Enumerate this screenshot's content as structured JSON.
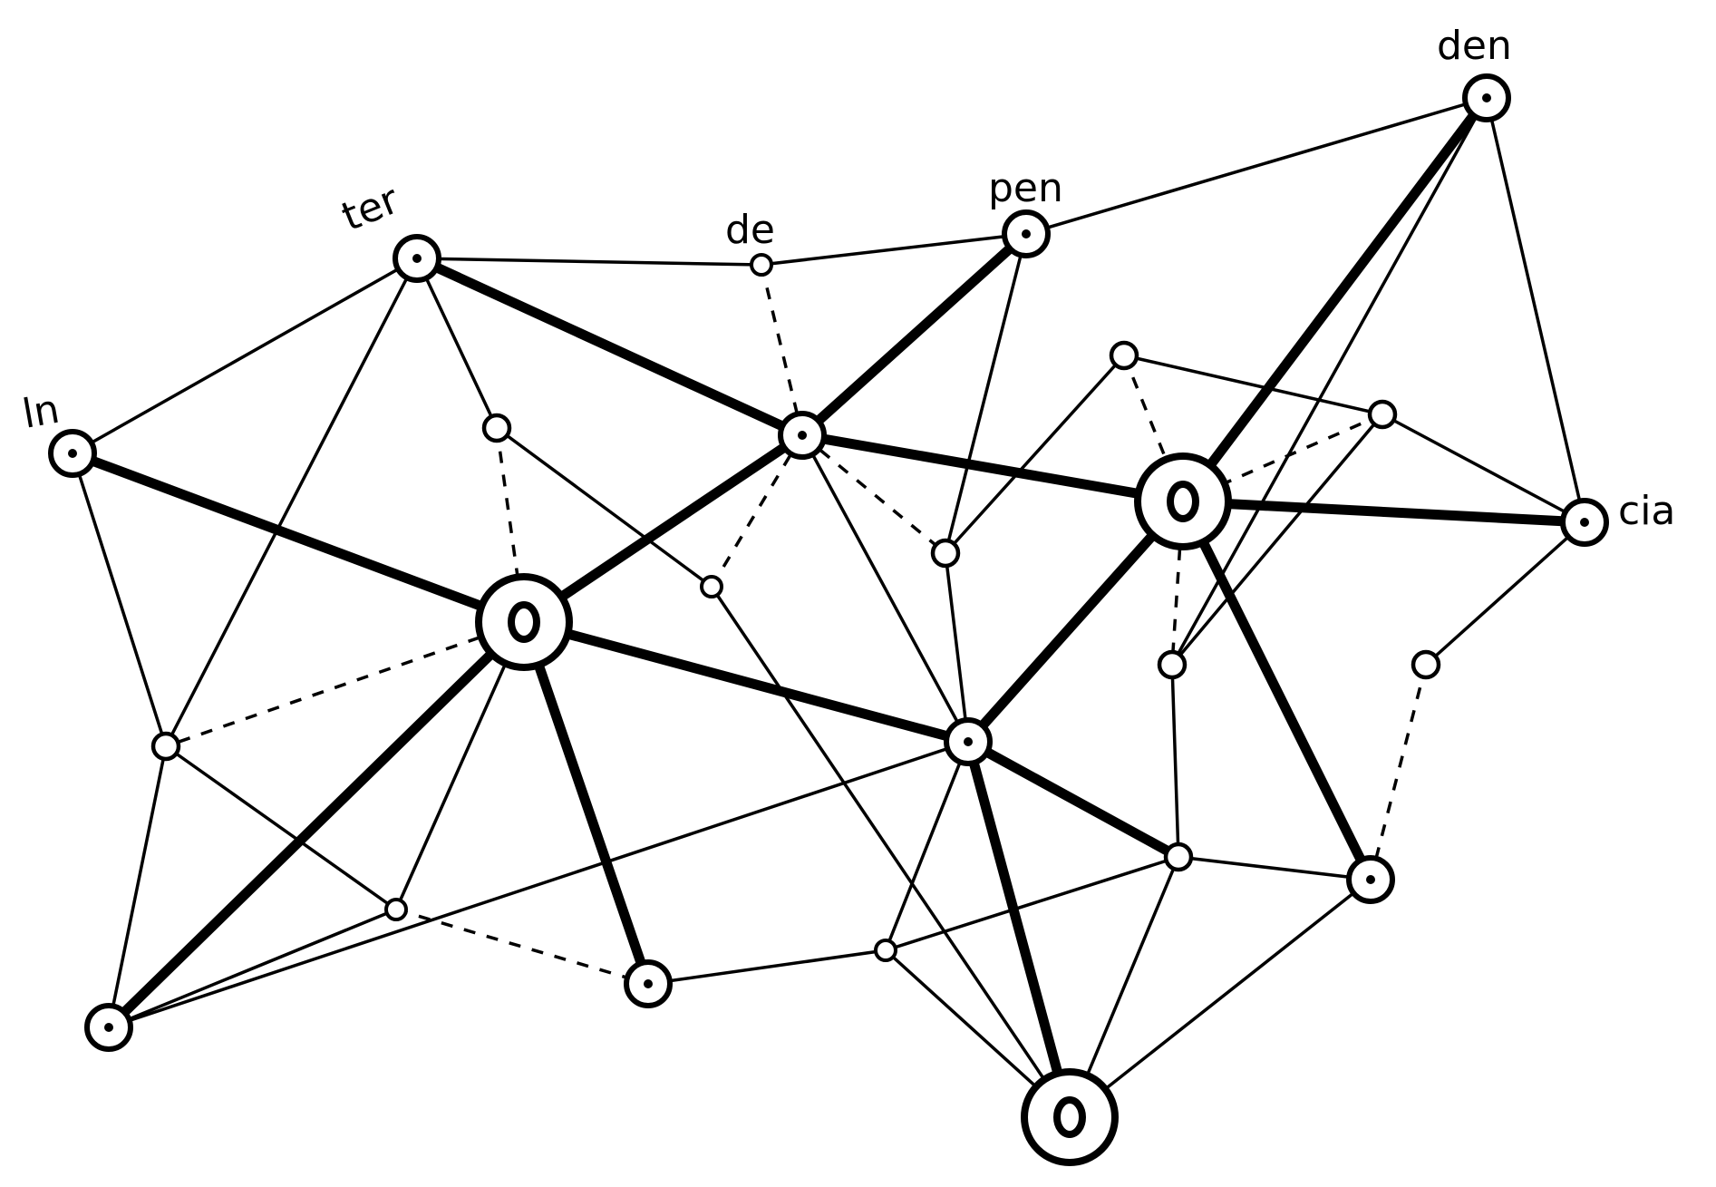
{
  "labels": {
    "n_in": "ln",
    "n_ter": "ter",
    "n_de": "de",
    "n_pen": "pen",
    "n_den": "den",
    "n_cia": "cia"
  }
}
